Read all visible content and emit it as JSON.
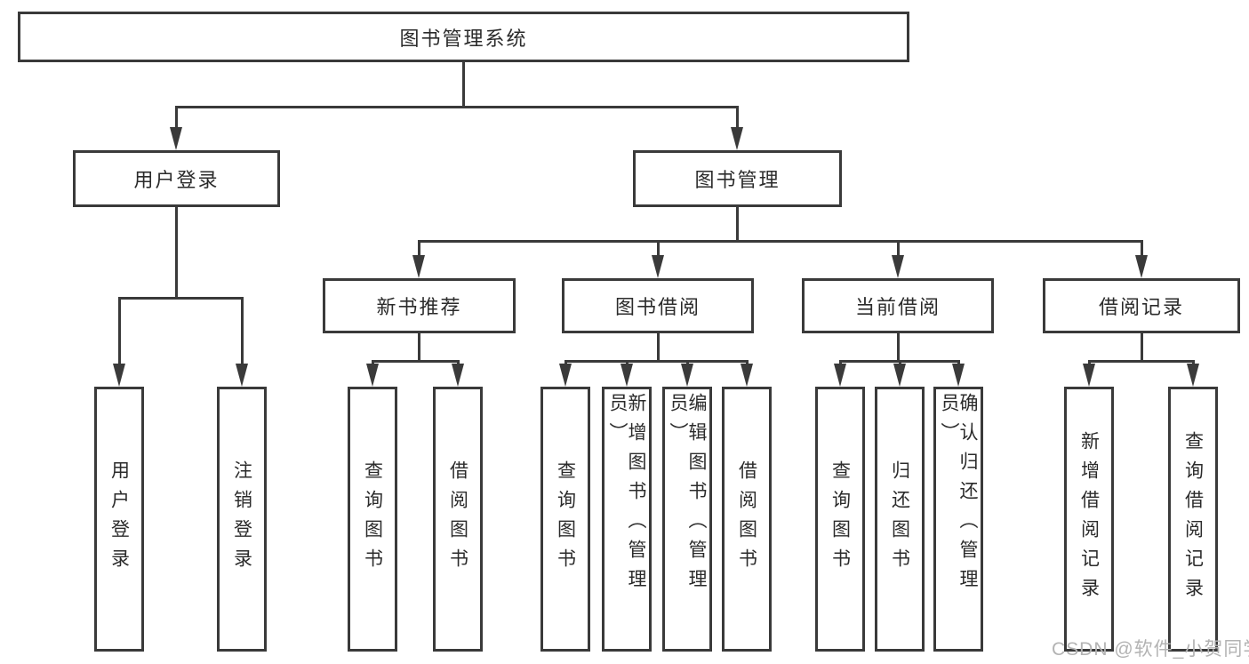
{
  "diagram": {
    "title": "图书管理系统",
    "level2": {
      "user_login": "用户登录",
      "book_mgmt": "图书管理"
    },
    "level3": {
      "new_book_rec": "新书推荐",
      "book_borrow": "图书借阅",
      "current_borrow": "当前借阅",
      "borrow_records": "借阅记录"
    },
    "leaves": {
      "user_login": "用户登录",
      "logout": "注销登录",
      "nbr_query_book": "查询图书",
      "nbr_borrow_book": "借阅图书",
      "bb_query_book": "查询图书",
      "bb_add_book": "新增图书（管理员）",
      "bb_edit_book": "编辑图书（管理员）",
      "bb_borrow_book": "借阅图书",
      "cb_query_book": "查询图书",
      "cb_return_book": "归还图书",
      "cb_confirm_return": "确认归还（管理员）",
      "br_add_record": "新增借阅记录",
      "br_query_record": "查询借阅记录"
    }
  },
  "watermark": {
    "text": "CSDN @软件_小贺同学"
  },
  "colors": {
    "line": "#3a3a3a",
    "box_border": "#3a3a3a",
    "text": "#2b2b2b",
    "watermark": "#b3b3b3",
    "background": "#ffffff"
  }
}
